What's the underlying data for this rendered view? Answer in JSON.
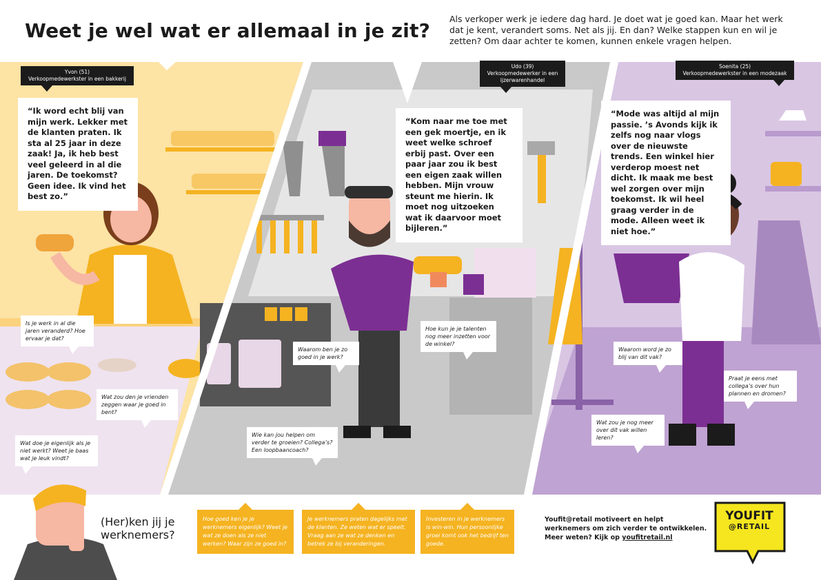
{
  "header": {
    "title": "Weet je wel wat er allemaal in je zit?",
    "intro": "Als verkoper werk je iedere dag hard. Je doet wat je goed kan. Maar het werk dat je kent, verandert soms. Net als jij. En dan? Welke stappen kun en wil je zetten? Om daar achter te komen, kunnen enkele vragen helpen."
  },
  "characters": {
    "yvon": {
      "name": "Yvon (51)",
      "role": "Verkoopmedewerkster in een bakkerij",
      "quote": "“Ik word echt blij van mijn werk. Lekker met de klanten praten. Ik sta al 25 jaar in deze zaak! Ja, ik heb best veel geleerd in al die jaren. De toekomst? Geen idee. Ik vind het best zo.”"
    },
    "udo": {
      "name": "Udo (39)",
      "role": "Verkoopmedewerker in een ijzerwarenhandel",
      "quote": "“Kom naar me toe met een gek moertje, en ik weet welke schroef erbij past. Over een paar jaar zou ik best een eigen zaak willen hebben. Mijn vrouw steunt me hierin. Ik moet nog uitzoeken wat ik daarvoor moet bijleren.”"
    },
    "soenita": {
      "name": "Soenita (25)",
      "role": "Verkoopmedewerkster in een modezaak",
      "quote": "“Mode was altijd al mijn passie. ’s Avonds kijk ik zelfs nog naar vlogs over de nieuwste trends. Een winkel hier verderop moest net dicht. Ik maak me best wel zorgen over mijn toekomst. Ik wil heel graag verder in de mode. Alleen weet ik niet hoe.”"
    }
  },
  "questions": [
    "Is je werk in al die jaren veranderd? Hoe ervaar je dat?",
    "Wat zou den je vrienden zeggen waar je goed in bent?",
    "Wat doe je eigenlijk als je niet werkt? Weet je baas wat je leuk vindt?",
    "Waarom ben je zo goed in je werk?",
    "Hoe kun je je talenten nog meer inzetten voor de winkel?",
    "Wie kan jou helpen om verder te groeien? Collega’s? Een loopbaancoach?",
    "Waarom word je zo blij van dit vak?",
    "Praat je eens met collega’s over hun plannen en dromen?",
    "Wat zou je nog meer over dit vak willen leren?"
  ],
  "footer": {
    "herken": "(Her)ken jij je werknemers?",
    "tips": [
      "Hoe goed ken je je werknemers eigenlijk? Weet je wat ze doen als ze niet werken? Waar zijn ze goed in?",
      "Je werknemers praten dagelijks met de klanten. Ze weten wat er speelt. Vraag aan ze wat ze denken en betrek ze bij veranderingen.",
      "Investeren in je werknemers is win-win. Hun persoonlijke groei komt ook het bedrijf ten goede."
    ],
    "youfit_text": "Youfit@retail motiveert en helpt werknemers om zich verder te ontwikkelen.",
    "more_prefix": "Meer weten? Kijk op",
    "link": "youfitretail.nl",
    "logo_line1": "YOUFIT",
    "logo_line2": "@RETAIL"
  },
  "colors": {
    "yellow": "#f5b321",
    "purple": "#7c2f93",
    "grey": "#bfbfbf",
    "dark": "#1b1b1b"
  }
}
